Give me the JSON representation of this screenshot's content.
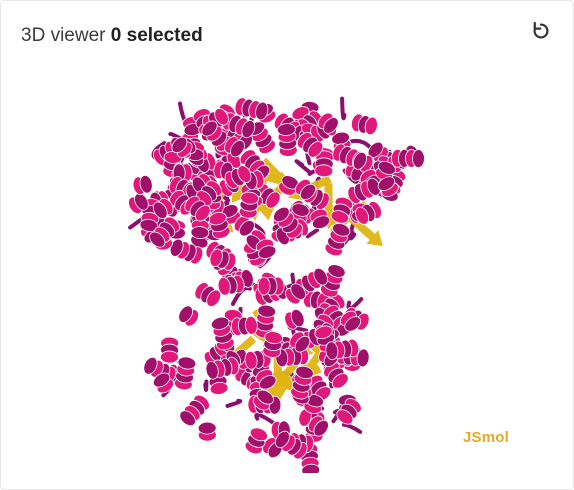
{
  "header": {
    "title_prefix": "3D viewer",
    "selected_count": "0",
    "selected_suffix": "selected",
    "reset_icon": "reset-icon"
  },
  "viewer": {
    "content": "protein-ribbon-structure",
    "watermark": "JSmol",
    "colors": {
      "helix": "#e0187a",
      "helix_dark": "#a0106a",
      "strand": "#e0b414",
      "coil": "#8a1070",
      "background": "#ffffff",
      "watermark": "#e4a92a"
    }
  }
}
